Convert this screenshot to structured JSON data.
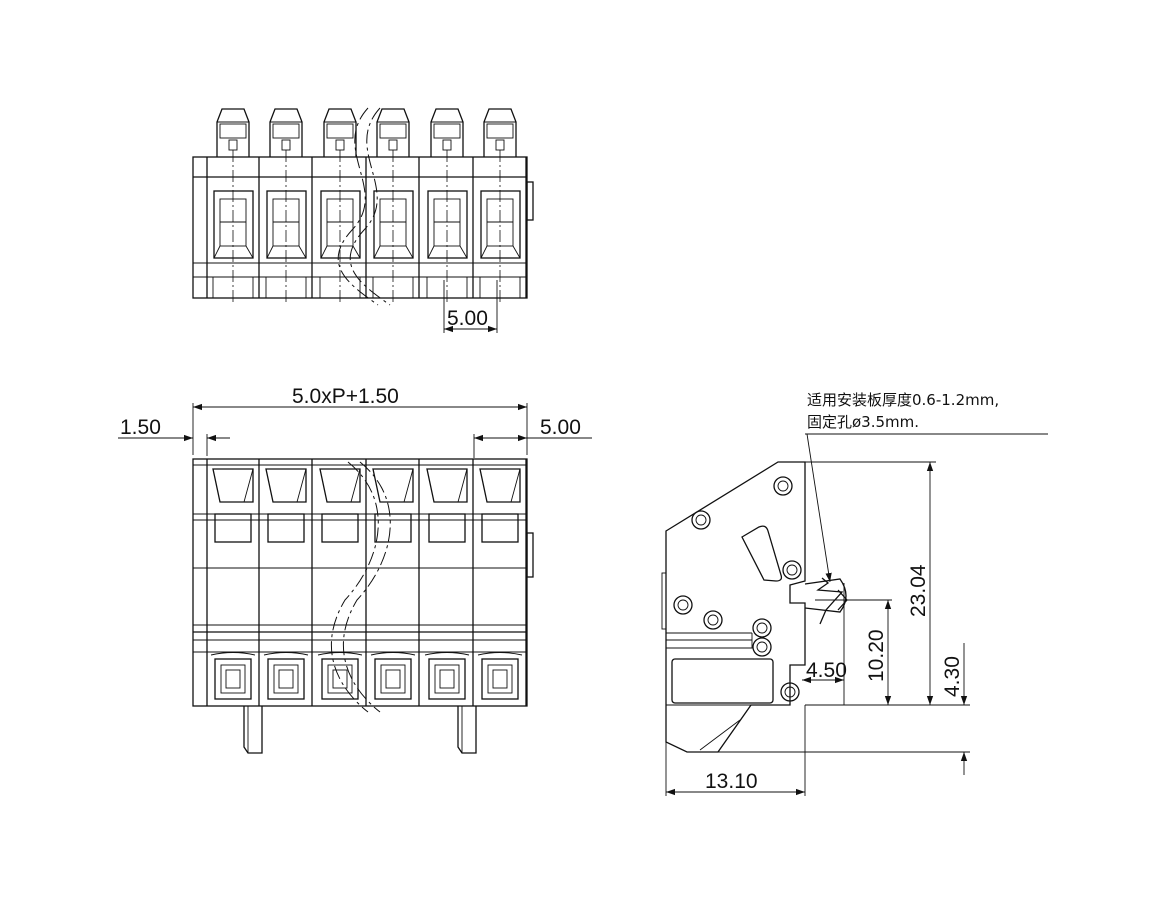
{
  "dimensions": {
    "top_pitch": "5.00",
    "front_total": "5.0xP+1.50",
    "front_left": "1.50",
    "front_right": "5.00",
    "side_height": "23.04",
    "side_hole_height": "10.20",
    "side_hole_offset": "4.50",
    "side_pin": "4.30",
    "side_depth": "13.10"
  },
  "notes": {
    "line1": "适用安装板厚度0.6-1.2mm,",
    "line2": "固定孔ø3.5mm."
  },
  "colors": {
    "line": "#111111",
    "background": "#ffffff"
  }
}
